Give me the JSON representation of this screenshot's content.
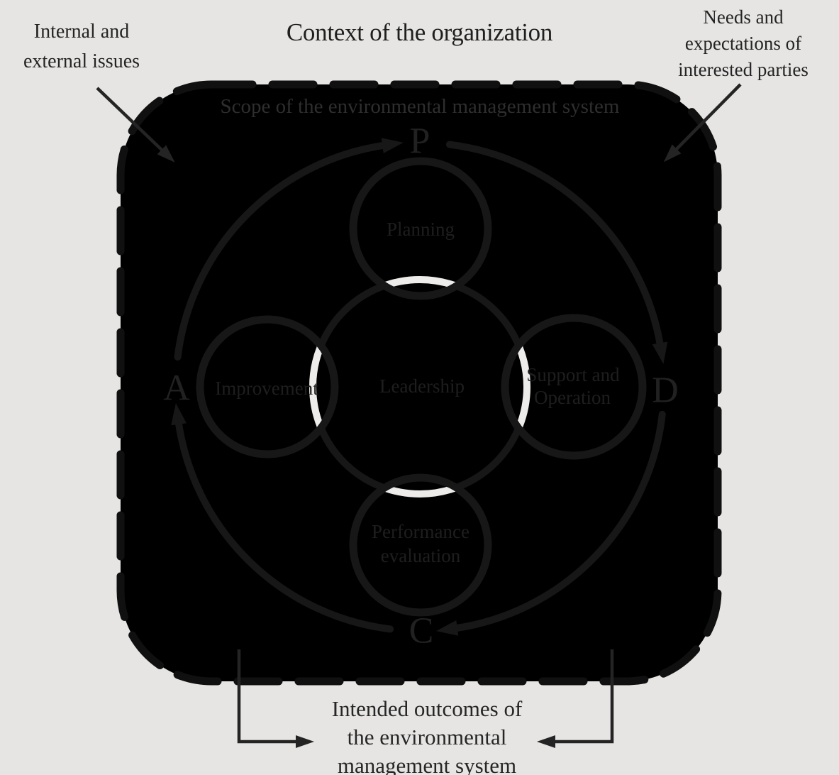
{
  "title": "Context of the organization",
  "annotations": {
    "top_left": "Internal and\nexternal issues",
    "top_right": "Needs and\nexpectations of\ninterested parties",
    "bottom": "Intended outcomes of\nthe environmental\nmanagement system"
  },
  "panel": {
    "scope_label": "Scope of the environmental management system"
  },
  "pdca": {
    "plan": "P",
    "do": "D",
    "check": "C",
    "act": "A"
  },
  "circles": {
    "planning": "Planning",
    "support_line1": "Support and",
    "support_line2": "Operation",
    "leadership": "Leadership",
    "performance_line1": "Performance",
    "performance_line2": "evaluation",
    "improvement": "Improvement"
  },
  "colors": {
    "background": "#e6e5e3",
    "panel_fill": "#000000",
    "panel_dash_border": "#101010",
    "circle_stroke": "#171717",
    "pdca_ring_stroke": "#171717",
    "letter_text": "#212121",
    "circle_label_text": "#1e1e1e",
    "scope_text": "#2e2e2e",
    "white_arc": "#edecea",
    "annotation_text": "#242424",
    "arrow": "#242424"
  }
}
